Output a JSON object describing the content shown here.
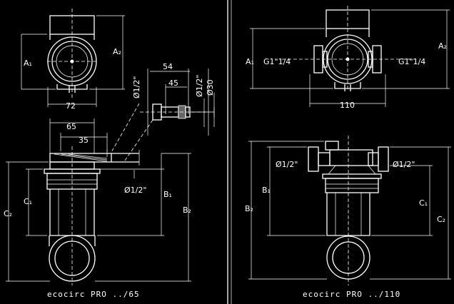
{
  "left": {
    "caption": "ecocirc PRO ../65",
    "dims": {
      "w72": "72",
      "w65": "65",
      "w35": "35",
      "w54": "54",
      "w45": "45",
      "d1": "Ø1/2\"",
      "d2": "Ø1/2\"",
      "d3": "Ø30",
      "d4": "Ø1/2\""
    },
    "labels": {
      "a1": "A₁",
      "a2": "A₂",
      "b1": "B₁",
      "b2": "B₂",
      "c1": "C₁",
      "c2": "C₂"
    }
  },
  "right": {
    "caption": "ecocirc PRO ../110",
    "dims": {
      "w110": "110",
      "g1l": "G1\"1/4",
      "g1r": "G1\"1/4",
      "d1": "Ø1/2\"",
      "d2": "Ø1/2\""
    },
    "labels": {
      "a1": "A₁",
      "a2": "A₂",
      "b1": "B₁",
      "b2": "B₂",
      "c1": "C₁",
      "c2": "C₂"
    }
  }
}
